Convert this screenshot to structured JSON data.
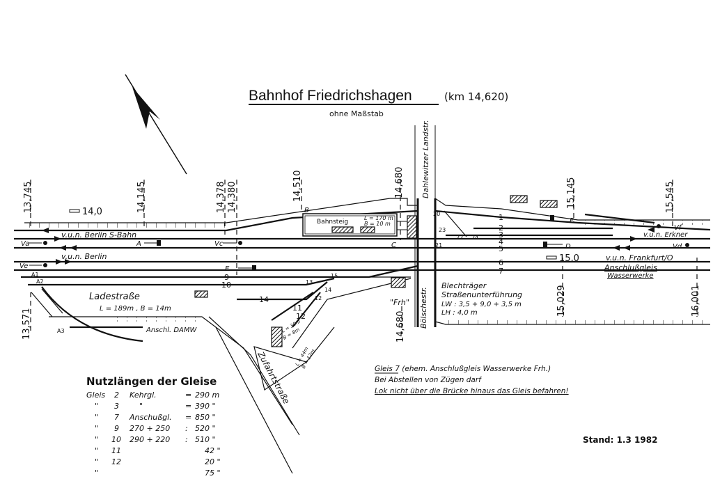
{
  "header": {
    "title": "Bahnhof Friedrichshagen",
    "km": "(km 14,620)",
    "subtitle": "ohne Maßstab"
  },
  "km_markers_top": [
    "13,745",
    "14,145",
    "14,378",
    "14,380",
    "14,510",
    "14,680",
    "15,145",
    "15,545"
  ],
  "km_markers_bottom": [
    "13,571",
    "14,680",
    "15,029",
    "16,001"
  ],
  "gradients": [
    "14,0",
    "15,0"
  ],
  "streets": {
    "dahlewitzer": "Dahlewitzer Landstr.",
    "boelsche": "Bölschestr.",
    "zufahrt": "Zufahrtstraße",
    "ladestrasse": "Ladestraße",
    "ladestrasse_dim": "L = 189m , B = 14m"
  },
  "directions": {
    "berlin_sbahn": "v.u.n. Berlin  S-Bahn",
    "berlin": "v.u.n.  Berlin",
    "erkner": "v.u.n. Erkner",
    "frankfurt": "v.u.n.  Frankfurt/O",
    "anschluss1": "Anschlußgleis",
    "anschluss2": "Wasserwerke",
    "damw": "Anschl. DAMW"
  },
  "platform": {
    "label": "Bahnsteig",
    "l": "L = 170 m",
    "b": "B = 10 m"
  },
  "ramp": {
    "l": "L = 30m",
    "b": "B = 8m",
    "l2": "L = 44m",
    "b2": "B = 12m"
  },
  "station_code": "\"Frh\"",
  "bridge": {
    "l1": "Blechträger",
    "l2": "Straßenunterführung",
    "l3": "LW : 3,5 + 9,0 + 3,5 m",
    "l4": "LH :  4,0 m"
  },
  "signals": [
    "Va",
    "Vc",
    "A",
    "C",
    "E",
    "Ve",
    "B",
    "F",
    "D",
    "Vf",
    "Vd"
  ],
  "switches": [
    "A1",
    "A2",
    "A3",
    "13",
    "14",
    "15",
    "12",
    "20",
    "21",
    "22",
    "23",
    "24"
  ],
  "track_numbers": [
    "1",
    "2",
    "3",
    "4",
    "5",
    "6",
    "7",
    "9",
    "10",
    "11",
    "12",
    "14"
  ],
  "lengths": {
    "title": "Nutzlängen der Gleise",
    "rows": [
      {
        "a": "Gleis",
        "n": "2",
        "d": "Kehrgl.",
        "eq": "=",
        "v": "290 m"
      },
      {
        "a": "\"",
        "n": "3",
        "d": "\"",
        "eq": "=",
        "v": "390 \""
      },
      {
        "a": "\"",
        "n": "7",
        "d": "Anschußgl.",
        "eq": "=",
        "v": "850 \""
      },
      {
        "a": "\"",
        "n": "9",
        "d": "270 + 250",
        "eq": ":",
        "v": "520 \""
      },
      {
        "a": "\"",
        "n": "10",
        "d": "290 + 220",
        "eq": ":",
        "v": "510 \""
      },
      {
        "a": "\"",
        "n": "11",
        "d": "",
        "eq": "",
        "v": "42 \""
      },
      {
        "a": "\"",
        "n": "12",
        "d": "",
        "eq": "",
        "v": "20 \""
      },
      {
        "a": "\"",
        "n": "",
        "d": "",
        "eq": "",
        "v": "75 \""
      }
    ]
  },
  "note": {
    "l1": "Gleis 7 (ehem. Anschlußgleis Wasserwerke Frh.)",
    "l2": "Bei Abstellen von Zügen darf",
    "l3": "Lok nicht über die Brücke hinaus das Gleis befahren!"
  },
  "stand": "Stand: 1.3 1982"
}
